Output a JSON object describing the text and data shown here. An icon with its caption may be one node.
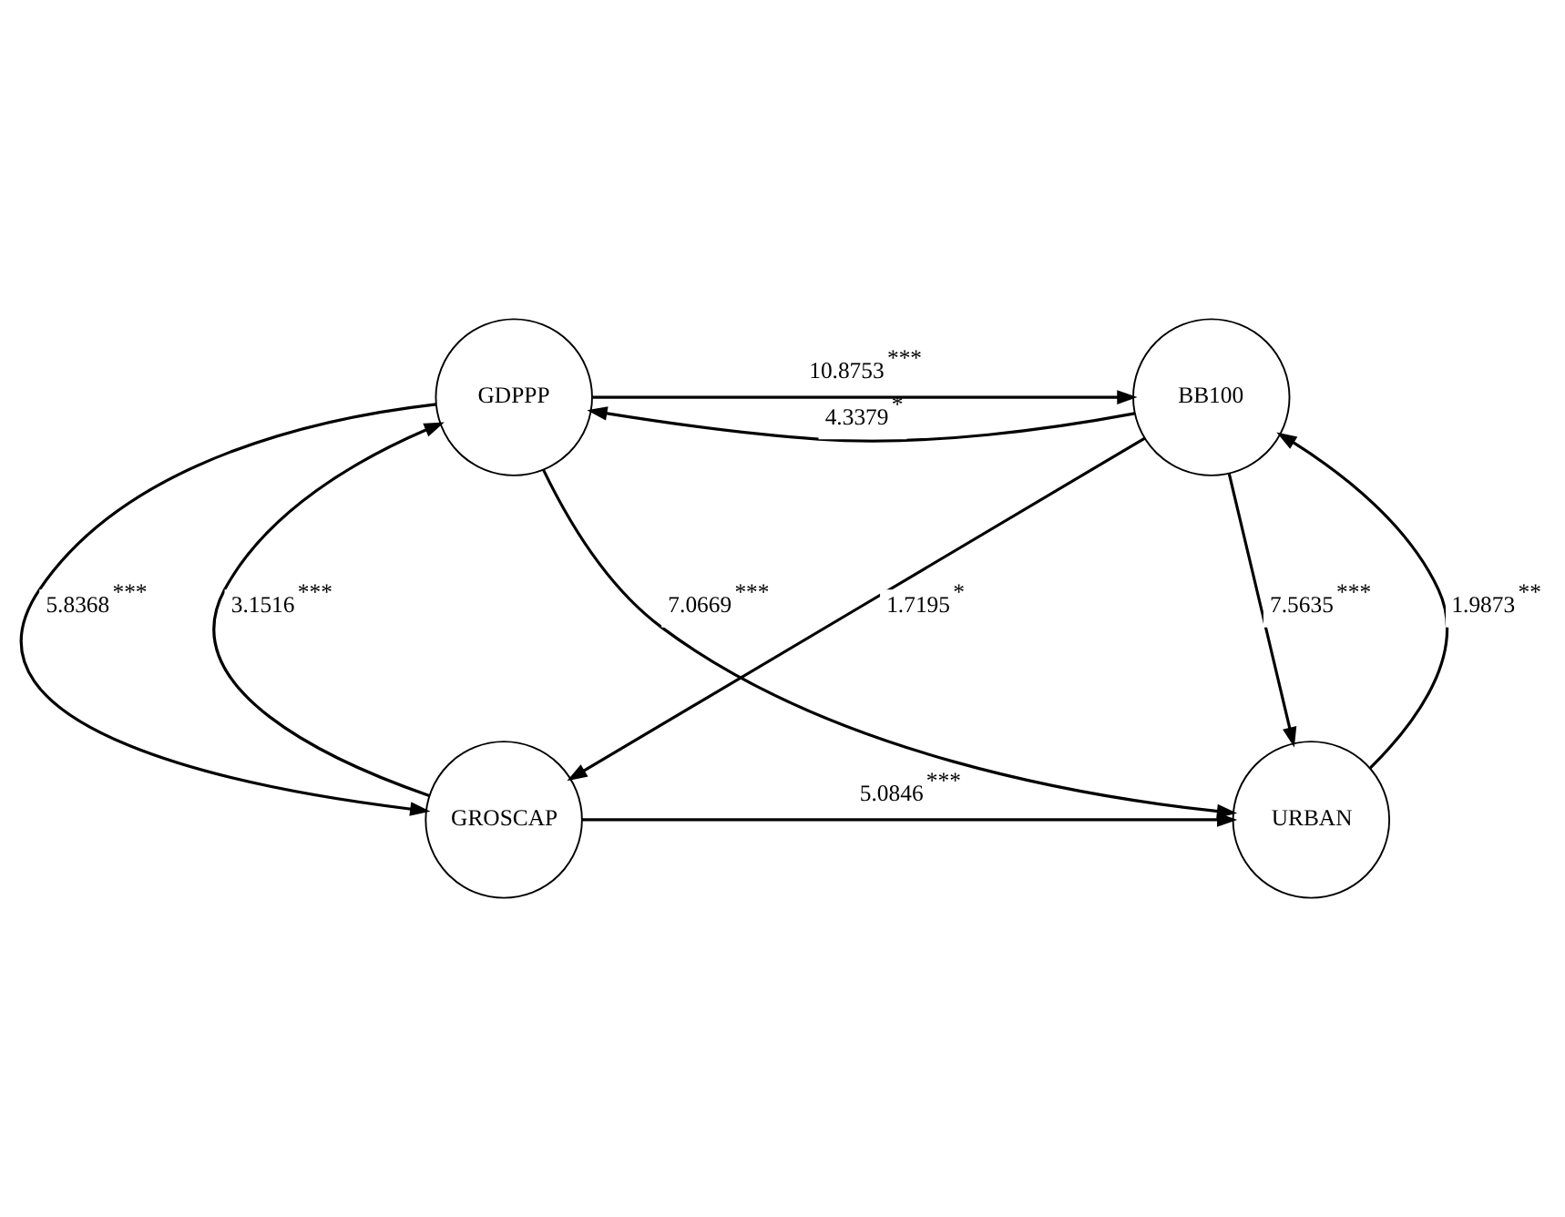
{
  "diagram": {
    "nodes": [
      {
        "text": [
          "GDPPP"
        ]
      },
      {
        "text": [
          "BB100"
        ]
      },
      {
        "text": [
          "GROSCAP"
        ]
      },
      {
        "text": [
          "URBAN"
        ]
      }
    ],
    "edges": [
      {
        "from": 0,
        "to": 1,
        "arrow": "to",
        "label": "10.8753$^{***}$"
      },
      {
        "from": 1,
        "to": 0,
        "arrow": "to",
        "label": "4.3379$^{*}$"
      },
      {
        "from": 0,
        "to": 3,
        "arrow": "to",
        "label": "7.0669$^{***}$"
      },
      {
        "from": 1,
        "to": 2,
        "arrow": "to",
        "label": "1.7195$^{*}$"
      },
      {
        "from": 2,
        "to": 0,
        "arrow": "to",
        "label": "3.1516$^{***}$"
      },
      {
        "from": 0,
        "to": 2,
        "arrow": "to",
        "label": "5.8368$^{***}$"
      },
      {
        "from": 1,
        "to": 3,
        "arrow": "to",
        "label": "7.5635$^{***}$"
      },
      {
        "from": 3,
        "to": 1,
        "arrow": "to",
        "label": "1.9873$^{**}$"
      },
      {
        "from": 2,
        "to": 3,
        "arrow": "to",
        "label": "5.0846$^{***}$"
      }
    ]
  }
}
